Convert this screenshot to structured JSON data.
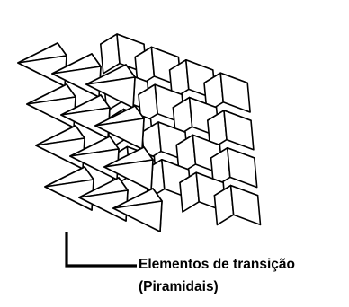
{
  "caption": {
    "line1": "Elementos de transição",
    "line2": "(Piramidais)"
  },
  "colors": {
    "stroke": "#000000",
    "cube_face": "#ffffff",
    "pyramid_face": "#ffffff",
    "pyramid_edge_face": "#f4f4f4"
  },
  "diagram": {
    "cube_grid": {
      "rows": 4,
      "columns": 4
    },
    "pyramid_grid": {
      "rows": 4,
      "columns": 3
    }
  }
}
